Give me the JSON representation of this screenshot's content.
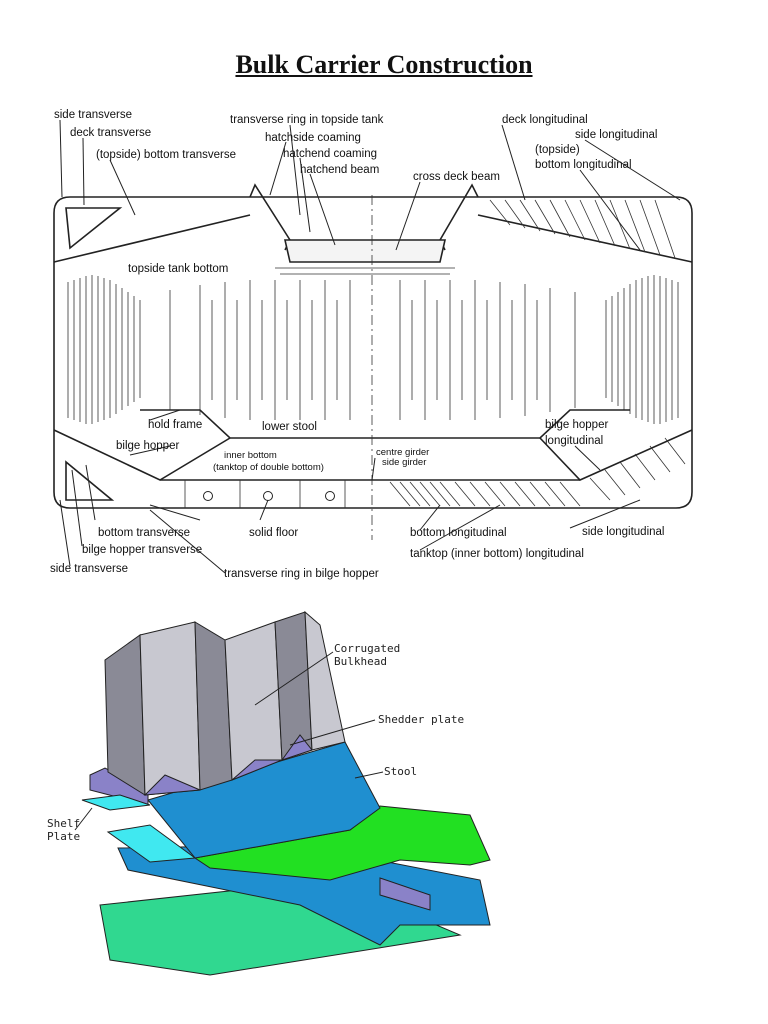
{
  "title": "Bulk Carrier Construction",
  "diagram1": {
    "labels": {
      "side_transverse_top": "side transverse",
      "deck_transverse": "deck transverse",
      "topside_bottom_transverse": "(topside) bottom transverse",
      "transverse_ring_topside": "transverse ring in topside tank",
      "hatchside_coaming": "hatchside coaming",
      "hatchend_coaming": "hatchend coaming",
      "hatchend_beam": "hatchend beam",
      "cross_deck_beam": "cross deck beam",
      "deck_longitudinal": "deck longitudinal",
      "side_longitudinal_top": "side longitudinal",
      "topside_paren": "(topside)",
      "bottom_longitudinal_top": "bottom longitudinal",
      "topside_tank_bottom": "topside tank bottom",
      "hold_frame": "hold frame",
      "lower_stool": "lower stool",
      "bilge_hopper": "bilge hopper",
      "inner_bottom": "inner bottom",
      "tanktop_double_bottom": "(tanktop of double bottom)",
      "centre_girder": "centre girder",
      "side_girder": "side girder",
      "bilge_hopper_longitudinal_1": "bilge hopper",
      "bilge_hopper_longitudinal_2": "longitudinal",
      "bottom_transverse": "bottom transverse",
      "solid_floor": "solid floor",
      "bottom_longitudinal": "bottom longitudinal",
      "side_longitudinal_bottom": "side longitudinal",
      "bilge_hopper_transverse": "bilge hopper transverse",
      "tanktop_longitudinal": "tanktop (inner bottom) longitudinal",
      "side_transverse_bottom": "side transverse",
      "transverse_ring_bilge": "transverse ring in bilge hopper"
    }
  },
  "diagram2": {
    "labels": {
      "corrugated_1": "Corrugated",
      "corrugated_2": "Bulkhead",
      "shedder_plate": "Shedder plate",
      "stool": "Stool",
      "shelf_1": "Shelf",
      "shelf_2": "Plate"
    },
    "colors": {
      "bulkhead_grey": "#a8a8b0",
      "shedder_purple": "#8a82c8",
      "stool_blue": "#1f8fd0",
      "deck_green": "#22e022",
      "cyan": "#40e8f0",
      "sea_green": "#30d890"
    }
  }
}
